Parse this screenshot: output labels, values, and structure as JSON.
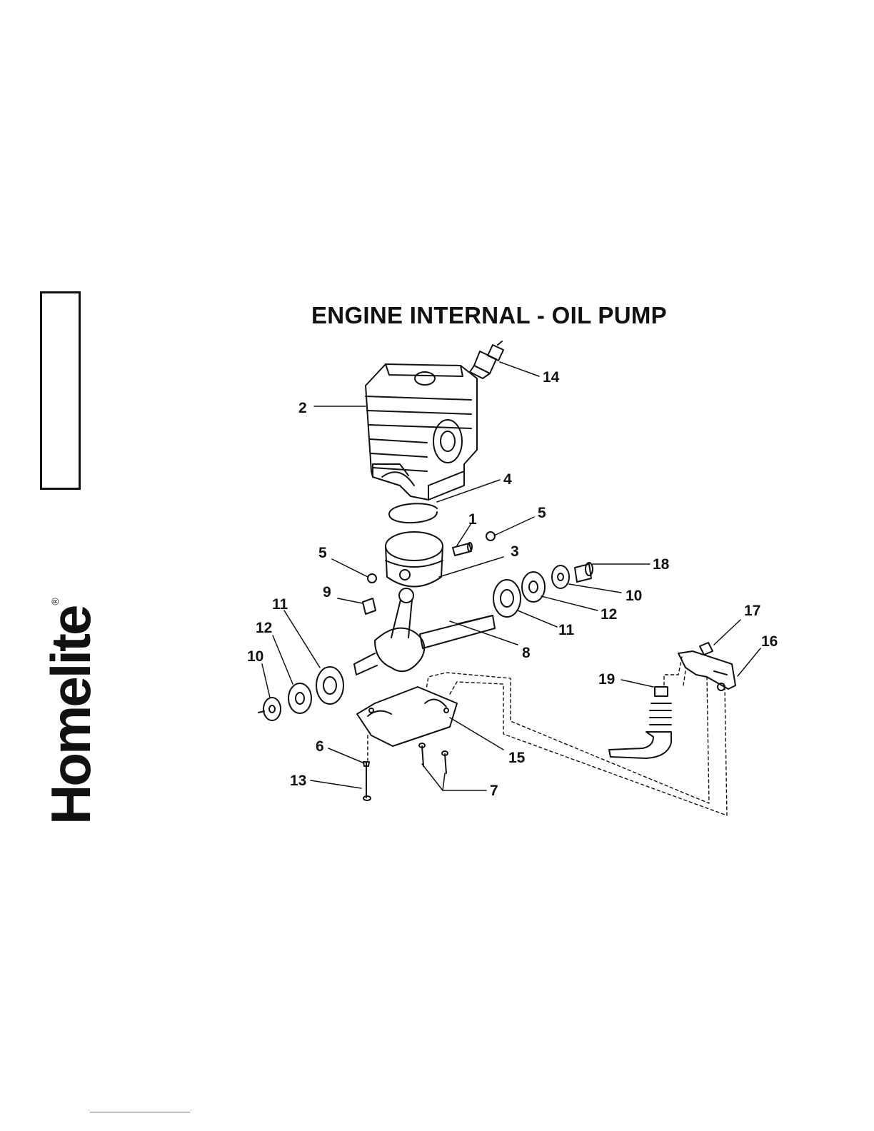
{
  "title": "ENGINE INTERNAL - OIL PUMP",
  "brand": {
    "name": "Homelite",
    "registered": "®"
  },
  "parts": [
    {
      "number": "1",
      "name": "piston-pin"
    },
    {
      "number": "2",
      "name": "cylinder"
    },
    {
      "number": "3",
      "name": "piston"
    },
    {
      "number": "4",
      "name": "piston-ring"
    },
    {
      "number": "5",
      "name": "retaining-ring"
    },
    {
      "number": "5",
      "name": "retaining-ring"
    },
    {
      "number": "6",
      "name": "screw"
    },
    {
      "number": "7",
      "name": "screws"
    },
    {
      "number": "8",
      "name": "crankshaft"
    },
    {
      "number": "9",
      "name": "needle-bearing"
    },
    {
      "number": "10",
      "name": "seal"
    },
    {
      "number": "10",
      "name": "seal"
    },
    {
      "number": "11",
      "name": "bearing"
    },
    {
      "number": "11",
      "name": "bearing"
    },
    {
      "number": "12",
      "name": "washer"
    },
    {
      "number": "12",
      "name": "washer"
    },
    {
      "number": "13",
      "name": "washer"
    },
    {
      "number": "14",
      "name": "spark-plug"
    },
    {
      "number": "15",
      "name": "crankcase"
    },
    {
      "number": "16",
      "name": "oil-pump"
    },
    {
      "number": "17",
      "name": "screw"
    },
    {
      "number": "18",
      "name": "worm-gear"
    },
    {
      "number": "19",
      "name": "oil-line"
    }
  ]
}
